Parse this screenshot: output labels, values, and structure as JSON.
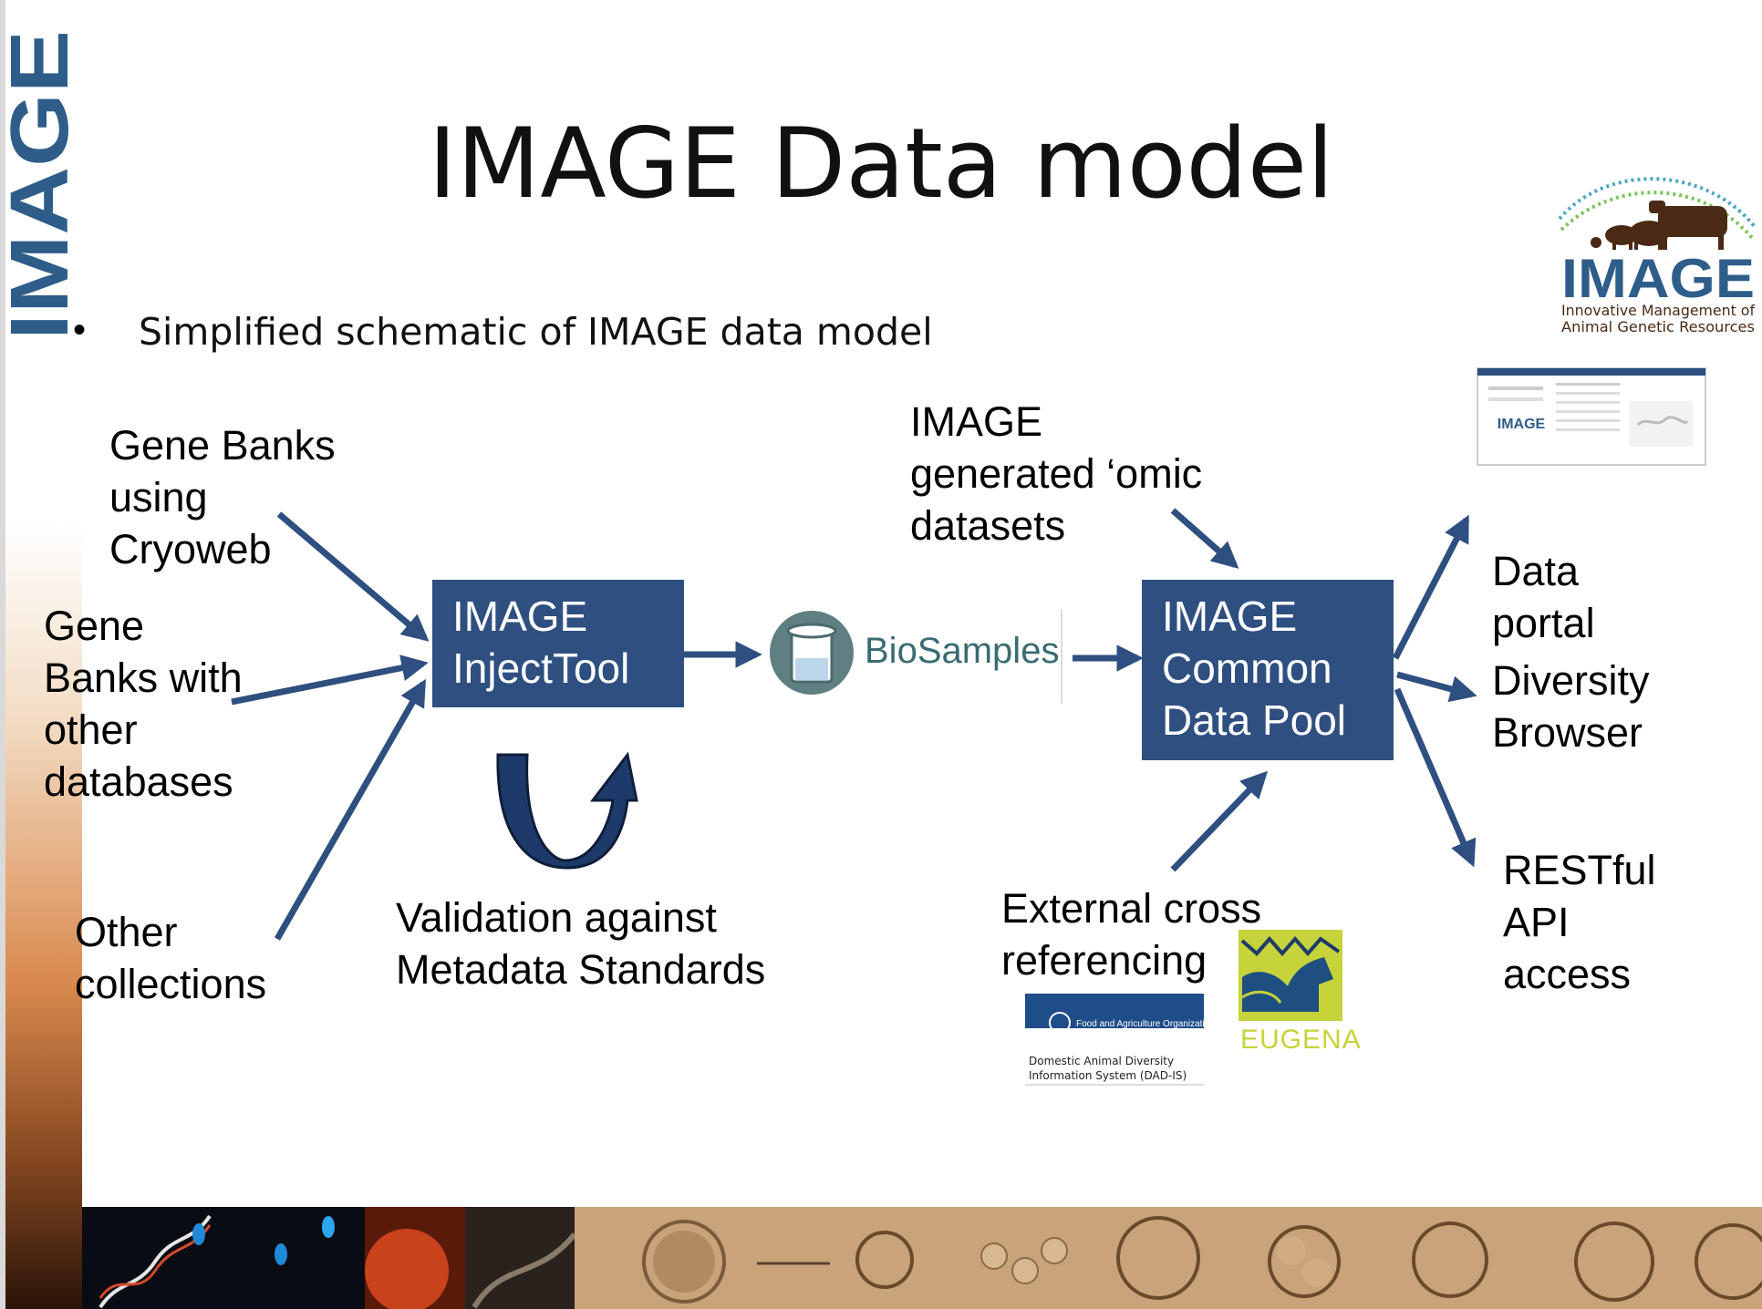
{
  "slide": {
    "title": "IMAGE Data model",
    "subtitle": "Simplified schematic of IMAGE data model",
    "bullet": "•",
    "side_logo_text": "IMAGE"
  },
  "logo": {
    "name": "IMAGE",
    "tagline_line1": "Innovative Management of",
    "tagline_line2": "Animal Genetic Resources"
  },
  "sources": {
    "gene_banks_cryoweb": "Gene Banks\nusing\nCryoweb",
    "gene_banks_other": "Gene\nBanks with\nother\ndatabases",
    "other_collections": "Other\ncollections",
    "omic_datasets": "IMAGE\ngenerated ‘omic\ndatasets",
    "external_cross": "External cross\nreferencing"
  },
  "boxes": {
    "inject_tool": "IMAGE\nInjectTool",
    "common_pool": "IMAGE\nCommon\nData Pool"
  },
  "biosamples": {
    "label": "BioSamples"
  },
  "validation": "Validation against\nMetadata Standards",
  "outputs": {
    "data_portal": "Data\nportal",
    "diversity_browser": "Diversity\nBrowser",
    "restful_api": "RESTful\nAPI\naccess"
  },
  "external_logos": {
    "fao": "Food and Agriculture Organization",
    "dadis": "Domestic Animal Diversity\nInformation System (DAD-IS)",
    "eugena": "EUGENA"
  },
  "colors": {
    "box_fill": "#2e4f80",
    "arrow": "#2e4f80",
    "logo_blue": "#2e5d8a",
    "biosamples_text": "#3a6b73",
    "eugena_green": "#c6d33a"
  }
}
